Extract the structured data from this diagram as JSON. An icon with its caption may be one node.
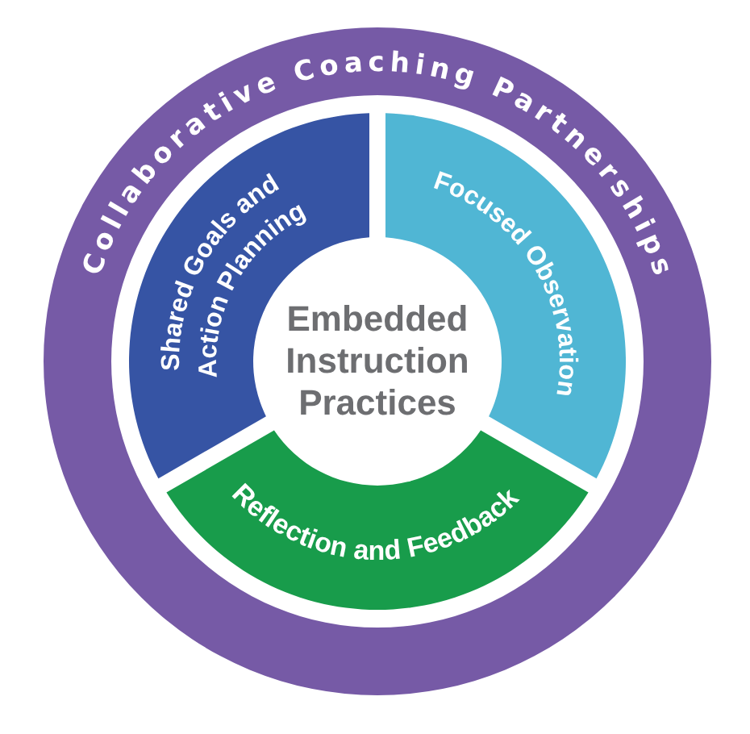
{
  "diagram": {
    "nodes": [
      {
        "text": [
          "Collaborative Coaching Partnerships"
        ]
      },
      {
        "text": [
          "Shared Goals and Action Planning"
        ],
        "in": 0
      },
      {
        "text": [
          "Focused Observation"
        ],
        "in": 0
      },
      {
        "text": [
          "Embedded Instruction Practices"
        ],
        "in": 0
      },
      {
        "text": [
          "Reflection and Feedback"
        ],
        "in": 0
      }
    ]
  }
}
